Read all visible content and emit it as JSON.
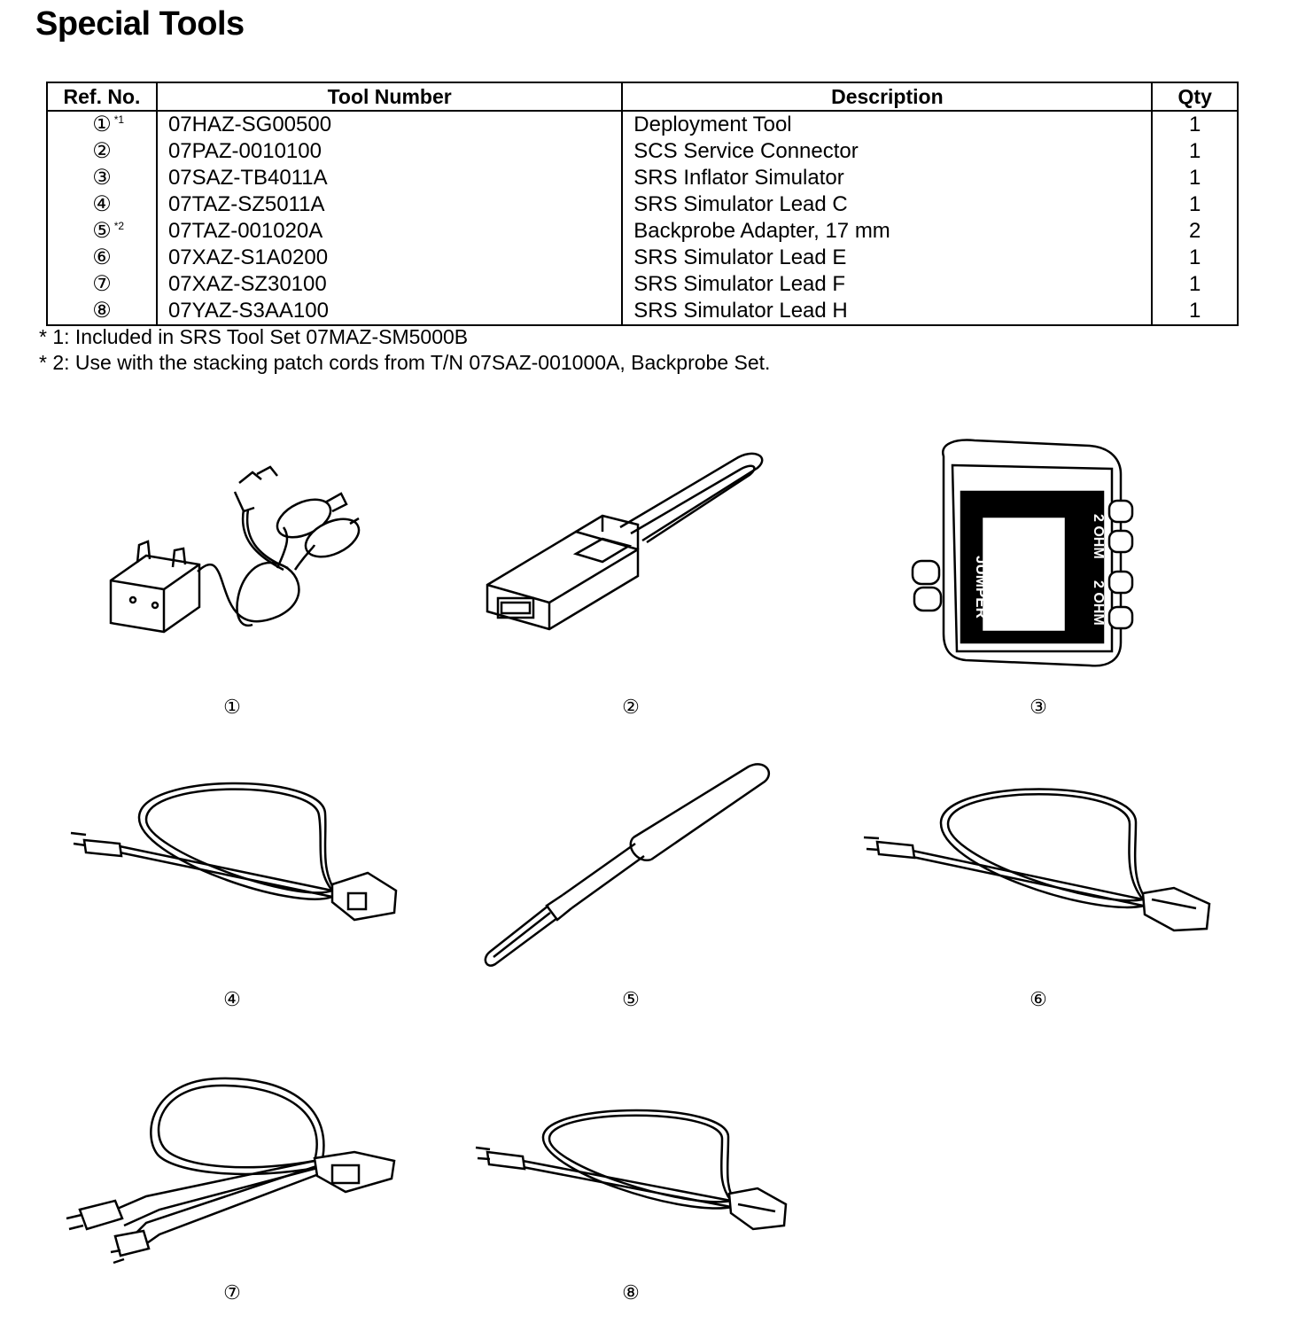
{
  "title": "Special Tools",
  "table": {
    "headers": [
      "Ref. No.",
      "Tool Number",
      "Description",
      "Qty"
    ],
    "rows": [
      {
        "ref": "①",
        "note": "*1",
        "tool": "07HAZ-SG00500",
        "desc": "Deployment Tool",
        "qty": "1"
      },
      {
        "ref": "②",
        "note": "",
        "tool": "07PAZ-0010100",
        "desc": "SCS Service Connector",
        "qty": "1"
      },
      {
        "ref": "③",
        "note": "",
        "tool": "07SAZ-TB4011A",
        "desc": "SRS Inflator Simulator",
        "qty": "1"
      },
      {
        "ref": "④",
        "note": "",
        "tool": "07TAZ-SZ5011A",
        "desc": "SRS Simulator Lead C",
        "qty": "1"
      },
      {
        "ref": "⑤",
        "note": "*2",
        "tool": "07TAZ-001020A",
        "desc": "Backprobe Adapter, 17 mm",
        "qty": "2"
      },
      {
        "ref": "⑥",
        "note": "",
        "tool": "07XAZ-S1A0200",
        "desc": "SRS Simulator Lead E",
        "qty": "1"
      },
      {
        "ref": "⑦",
        "note": "",
        "tool": "07XAZ-SZ30100",
        "desc": "SRS Simulator Lead F",
        "qty": "1"
      },
      {
        "ref": "⑧",
        "note": "",
        "tool": "07YAZ-S3AA100",
        "desc": "SRS Simulator Lead H",
        "qty": "1"
      }
    ]
  },
  "footnotes": [
    "* 1: Included in SRS Tool Set 07MAZ-SM5000B",
    "* 2: Use with the stacking patch cords from T/N 07SAZ-001000A, Backprobe Set."
  ],
  "illustrations": {
    "captions": [
      "①",
      "②",
      "③",
      "④",
      "⑤",
      "⑥",
      "⑦",
      "⑧"
    ],
    "simulator_labels": {
      "left": "JUMPER",
      "right_top": "2 OHM",
      "right_bottom": "2 OHM"
    }
  }
}
